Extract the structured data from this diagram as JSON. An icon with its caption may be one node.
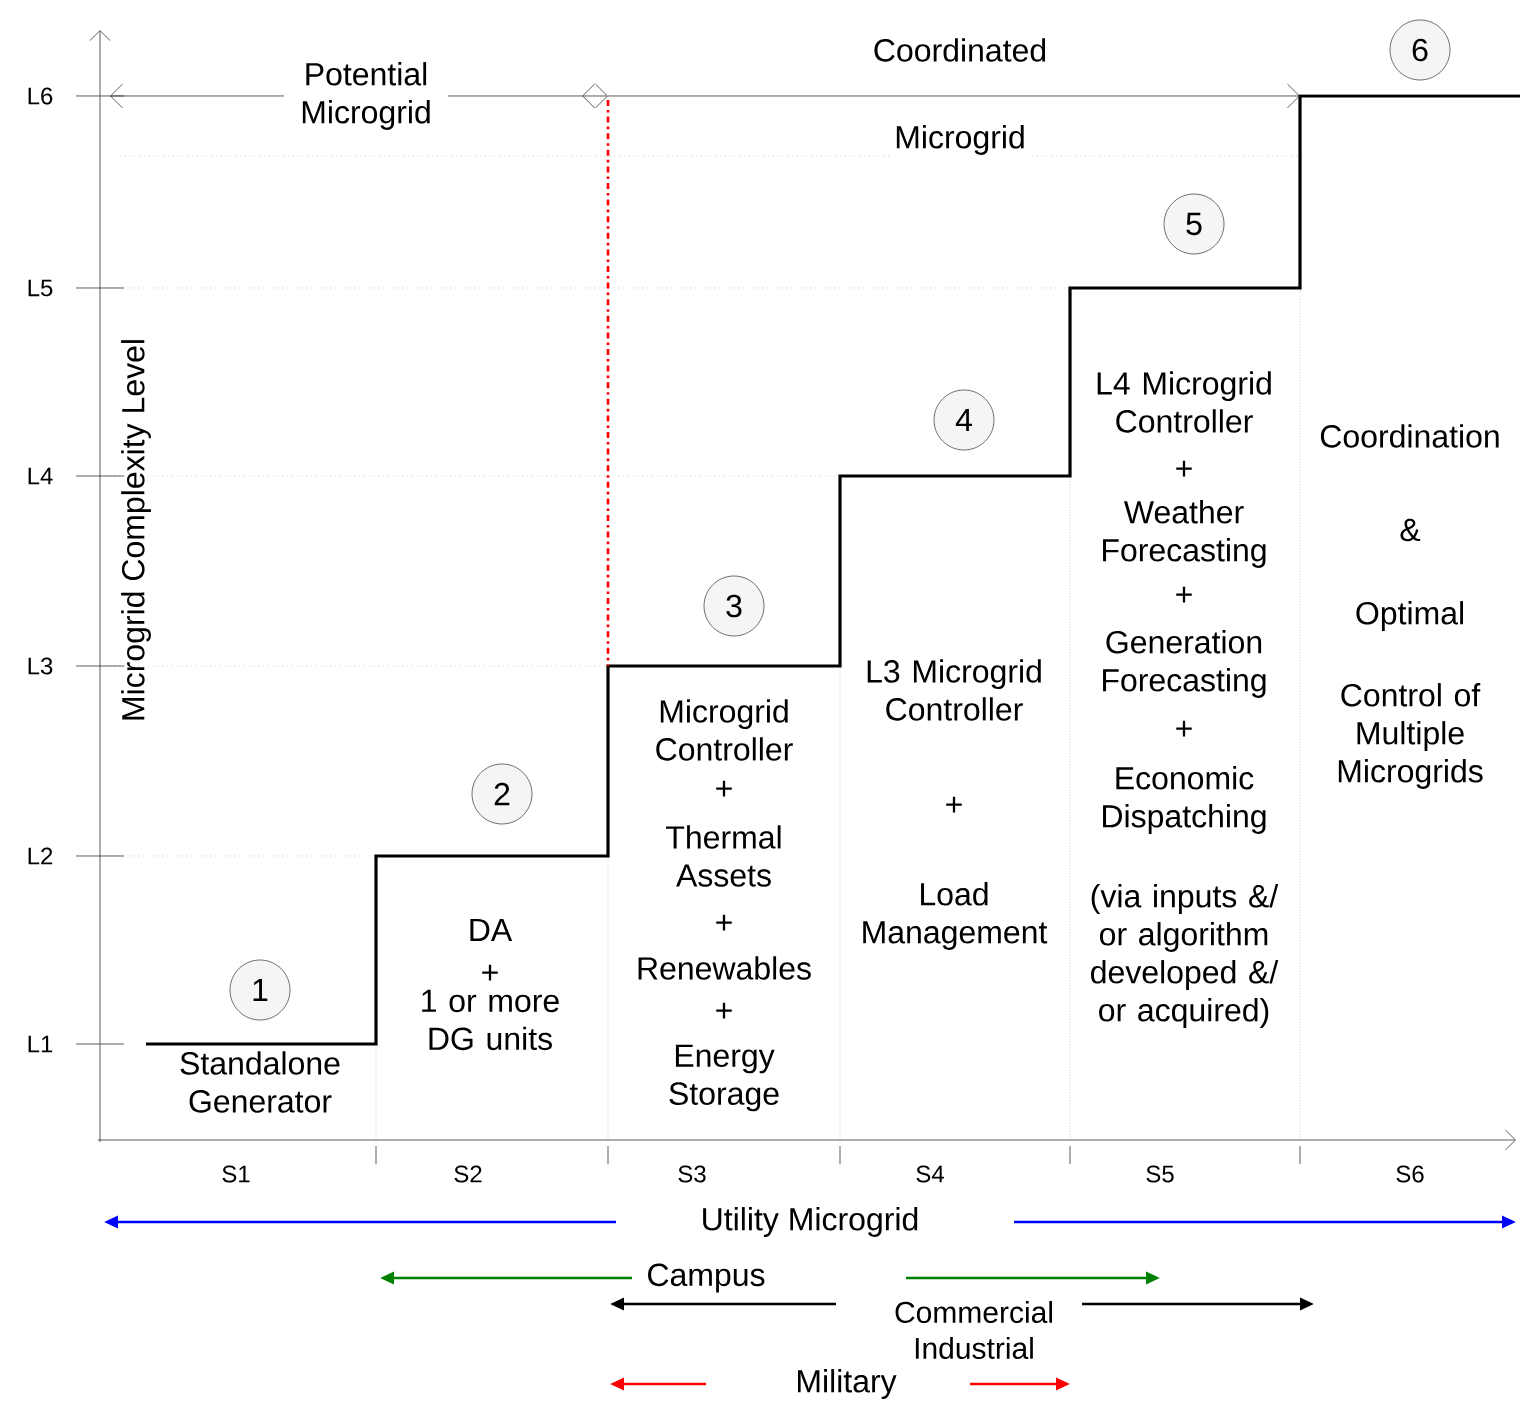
{
  "diagram": {
    "nodes": [
      {
        "text": [
          "1"
        ]
      },
      {
        "text": [
          "2"
        ]
      },
      {
        "text": [
          "3"
        ]
      },
      {
        "text": [
          "4"
        ]
      },
      {
        "text": [
          "5"
        ]
      },
      {
        "text": [
          "6"
        ]
      }
    ],
    "labels": [
      "Potential Microgrid",
      "Coordinated",
      "Microgrid",
      "Microgrid Complexity Level",
      "L6",
      "L5",
      "L4",
      "L3",
      "L2",
      "L1",
      "Standalone Generator",
      "DA",
      "+",
      "1 or more DG units",
      "Microgrid Controller",
      "+",
      "Thermal Assets",
      "+",
      "Renewables",
      "+",
      "Energy Storage",
      "L3 Microgrid Controller",
      "+",
      "Load Management",
      "L4 Microgrid Controller",
      "+",
      "Weather Forecasting",
      "+",
      "Generation Forecasting",
      "+",
      "Economic Dispatching",
      "(via inputs &/ or algorithm developed &/ or acquired)",
      "Coordination",
      "&",
      "Optimal",
      "Control of Multiple Microgrids",
      "S1",
      "S2",
      "S3",
      "S4",
      "S5",
      "S6",
      "Utility Microgrid",
      "Campus",
      "Commercial Industrial",
      "Military"
    ]
  }
}
